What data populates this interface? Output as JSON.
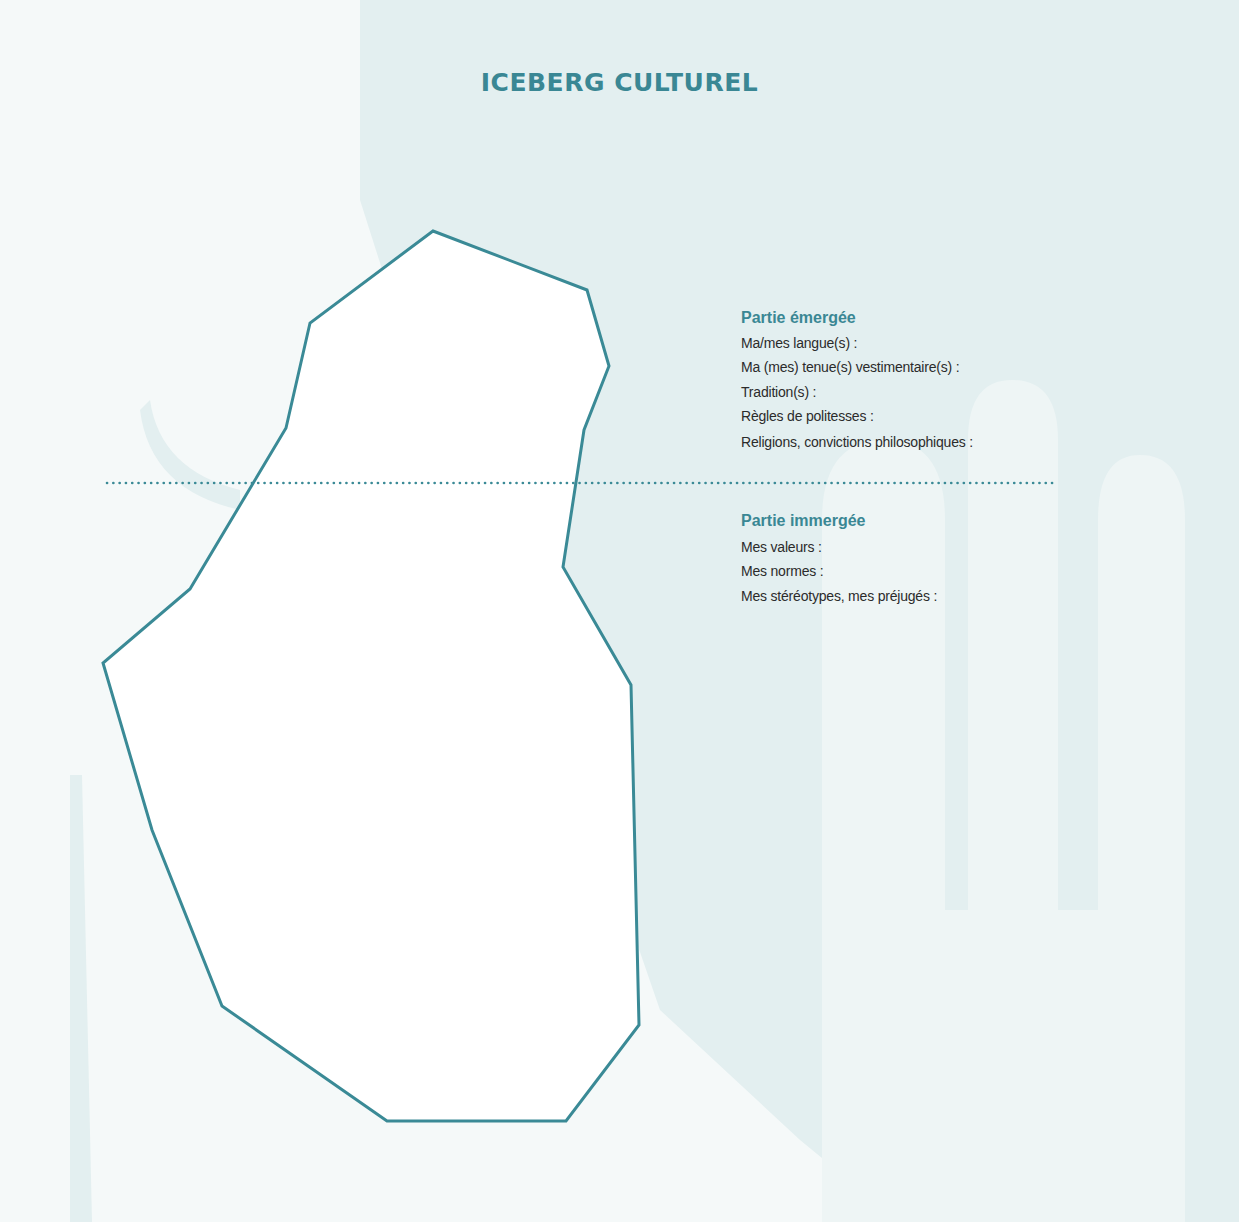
{
  "diagram": {
    "title": "ICEBERG CULTUREL",
    "labels": [
      "Partie émergée",
      "Ma/mes langue(s) :",
      "Ma (mes) tenue(s) vestimentaire(s) :",
      "Tradition(s) :",
      "Règles de politesses :",
      "Religions, convictions philosophiques :",
      "Partie immergée",
      "Mes valeurs :",
      "Mes normes :",
      "Mes stéréotypes, mes préjugés :"
    ]
  }
}
